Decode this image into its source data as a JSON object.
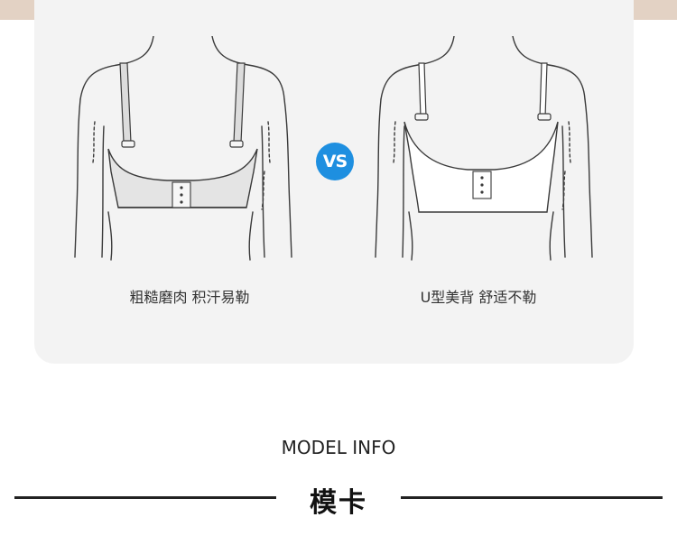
{
  "comparison": {
    "left_caption": "粗糙磨肉 积汗易勒",
    "vs_label": "VS",
    "right_caption": "U型美背 舒适不勒",
    "colors": {
      "vs_badge": "#1e8fe0",
      "left_fabric": "#e4e4e4",
      "right_fabric": "#ffffff",
      "panel_bg": "#f3f3f3",
      "accent_band": "#e3d2c4"
    }
  },
  "model_section": {
    "title_en": "MODEL INFO",
    "title_cn": "模卡"
  }
}
